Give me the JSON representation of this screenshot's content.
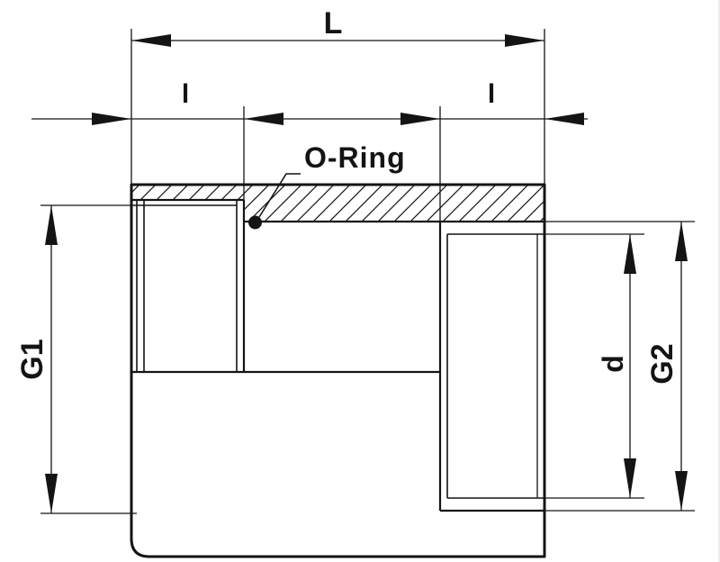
{
  "colors": {
    "ink": "#141414",
    "paper": "#ffffff"
  },
  "labels": {
    "overall_length": "L",
    "depth_left": "l",
    "depth_right": "l",
    "oring": "O-Ring",
    "thread_left": "G1",
    "thread_right": "G2",
    "bore": "d"
  }
}
